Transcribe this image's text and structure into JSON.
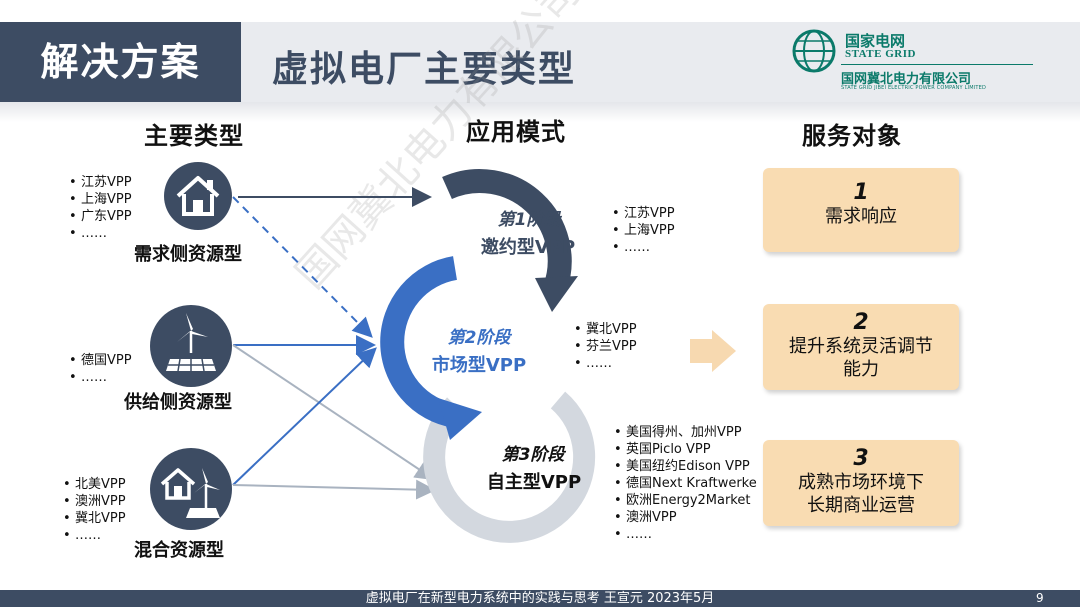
{
  "header": {
    "tab": "解决方案",
    "title": "虚拟电厂主要类型"
  },
  "logo": {
    "cn": "国家电网",
    "en": "STATE GRID",
    "sub_cn": "国网冀北电力有限公司",
    "sub_en": "STATE GRID JIBEI ELECTRIC POWER COMPANY LIMITED",
    "icon": "state-grid-globe-logo"
  },
  "columns": {
    "types": "主要类型",
    "modes": "应用模式",
    "services": "服务对象"
  },
  "resource_types": [
    {
      "label": "需求侧资源型",
      "icon": "house-icon",
      "examples": [
        "江苏VPP",
        "上海VPP",
        "广东VPP",
        "……"
      ]
    },
    {
      "label": "供给侧资源型",
      "icon": "wind-solar-icon",
      "examples": [
        "德国VPP",
        "……"
      ]
    },
    {
      "label": "混合资源型",
      "icon": "house-wind-solar-icon",
      "examples": [
        "北美VPP",
        "澳洲VPP",
        "冀北VPP",
        "……"
      ]
    }
  ],
  "stages": [
    {
      "stage": "第1阶段",
      "name": "邀约型VPP",
      "color": "#3d4c63",
      "examples": [
        "江苏VPP",
        "上海VPP",
        "……"
      ]
    },
    {
      "stage": "第2阶段",
      "name": "市场型VPP",
      "color": "#3a6fc4",
      "examples": [
        "冀北VPP",
        "芬兰VPP",
        "……"
      ]
    },
    {
      "stage": "第3阶段",
      "name": "自主型VPP",
      "color": "#d3d8df",
      "examples": [
        "美国得州、加州VPP",
        "英国Piclo VPP",
        "美国纽约Edison VPP",
        "德国Next Kraftwerke",
        "欧洲Energy2Market",
        "澳洲VPP",
        "……"
      ]
    }
  ],
  "services": [
    {
      "num": "1",
      "text": [
        "需求响应"
      ]
    },
    {
      "num": "2",
      "text": [
        "提升系统灵活调节",
        "能力"
      ]
    },
    {
      "num": "3",
      "text": [
        "成熟市场环境下",
        "长期商业运营"
      ]
    }
  ],
  "colors": {
    "navy": "#3d4c63",
    "blue": "#3a6fc4",
    "grey": "#d3d8df",
    "peach": "#f9dcb2",
    "arrow_peach": "#f7d9b0",
    "brand_green": "#0b7a6a"
  },
  "watermark": "国网冀北电力有限公司 SGCC Jibei",
  "footer": {
    "text": "虚拟电厂在新型电力系统中的实践与思考 王宣元 2023年5月",
    "page": "9"
  }
}
